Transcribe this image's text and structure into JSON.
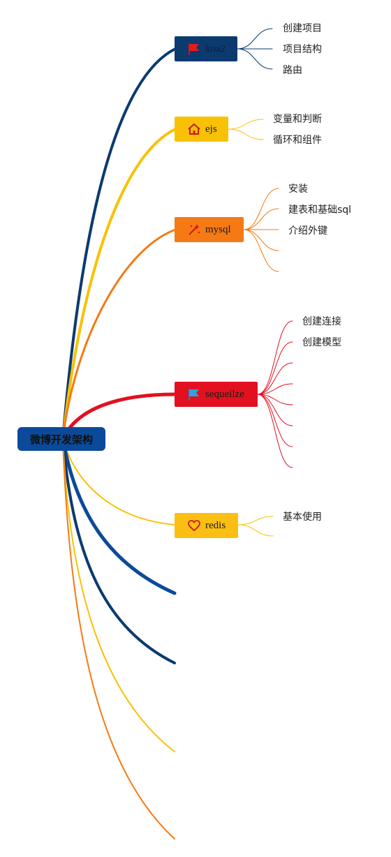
{
  "root": {
    "label": "微博开发架构"
  },
  "topics": [
    {
      "label": "koa2",
      "icon": "flag-icon",
      "color": "#0b3a6f",
      "icon_color": "#e8191a",
      "children": [
        "创建项目",
        "项目结构",
        "路由"
      ]
    },
    {
      "label": "ejs",
      "icon": "home-icon",
      "color": "#f9c106",
      "icon_color": "#e8191a",
      "children": [
        "变量和判断",
        "循环和组件"
      ]
    },
    {
      "label": "mysql",
      "icon": "magic-wand-icon",
      "color": "#f57a14",
      "icon_color": "#e8191a",
      "children": [
        "安装",
        "建表和基础sql",
        "介绍外键",
        "",
        ""
      ]
    },
    {
      "label": "sequeilze",
      "icon": "flag-icon",
      "color": "#e3101f",
      "icon_color": "#2aa3e3",
      "children": [
        "创建连接",
        "创建模型",
        "",
        "",
        "",
        "",
        "",
        ""
      ]
    },
    {
      "label": "redis",
      "icon": "heart-icon",
      "color": "#fbbf14",
      "icon_color": "#e8191a",
      "children": [
        "基本使用",
        ""
      ]
    }
  ],
  "colors": {
    "navy": "#0b3a6f",
    "yellow": "#f9c106",
    "orange": "#f57a14",
    "red": "#e3101f",
    "blue": "#0b4a9a"
  }
}
